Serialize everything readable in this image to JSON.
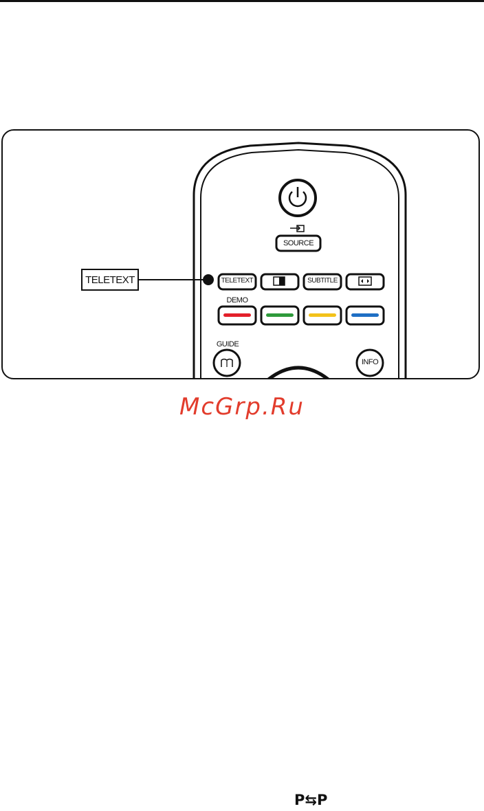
{
  "figure": {
    "callout_label": "TELETEXT",
    "buttons": {
      "source": "SOURCE",
      "teletext": "TELETEXT",
      "subtitle": "SUBTITLE",
      "demo": "DEMO",
      "guide": "GUIDE",
      "info": "INFO"
    },
    "color_keys": [
      "#e3202a",
      "#2e9a3b",
      "#f3c21a",
      "#1f6fc4"
    ]
  },
  "watermark": "McGrp.Ru",
  "footer_symbol": "P⇆P"
}
